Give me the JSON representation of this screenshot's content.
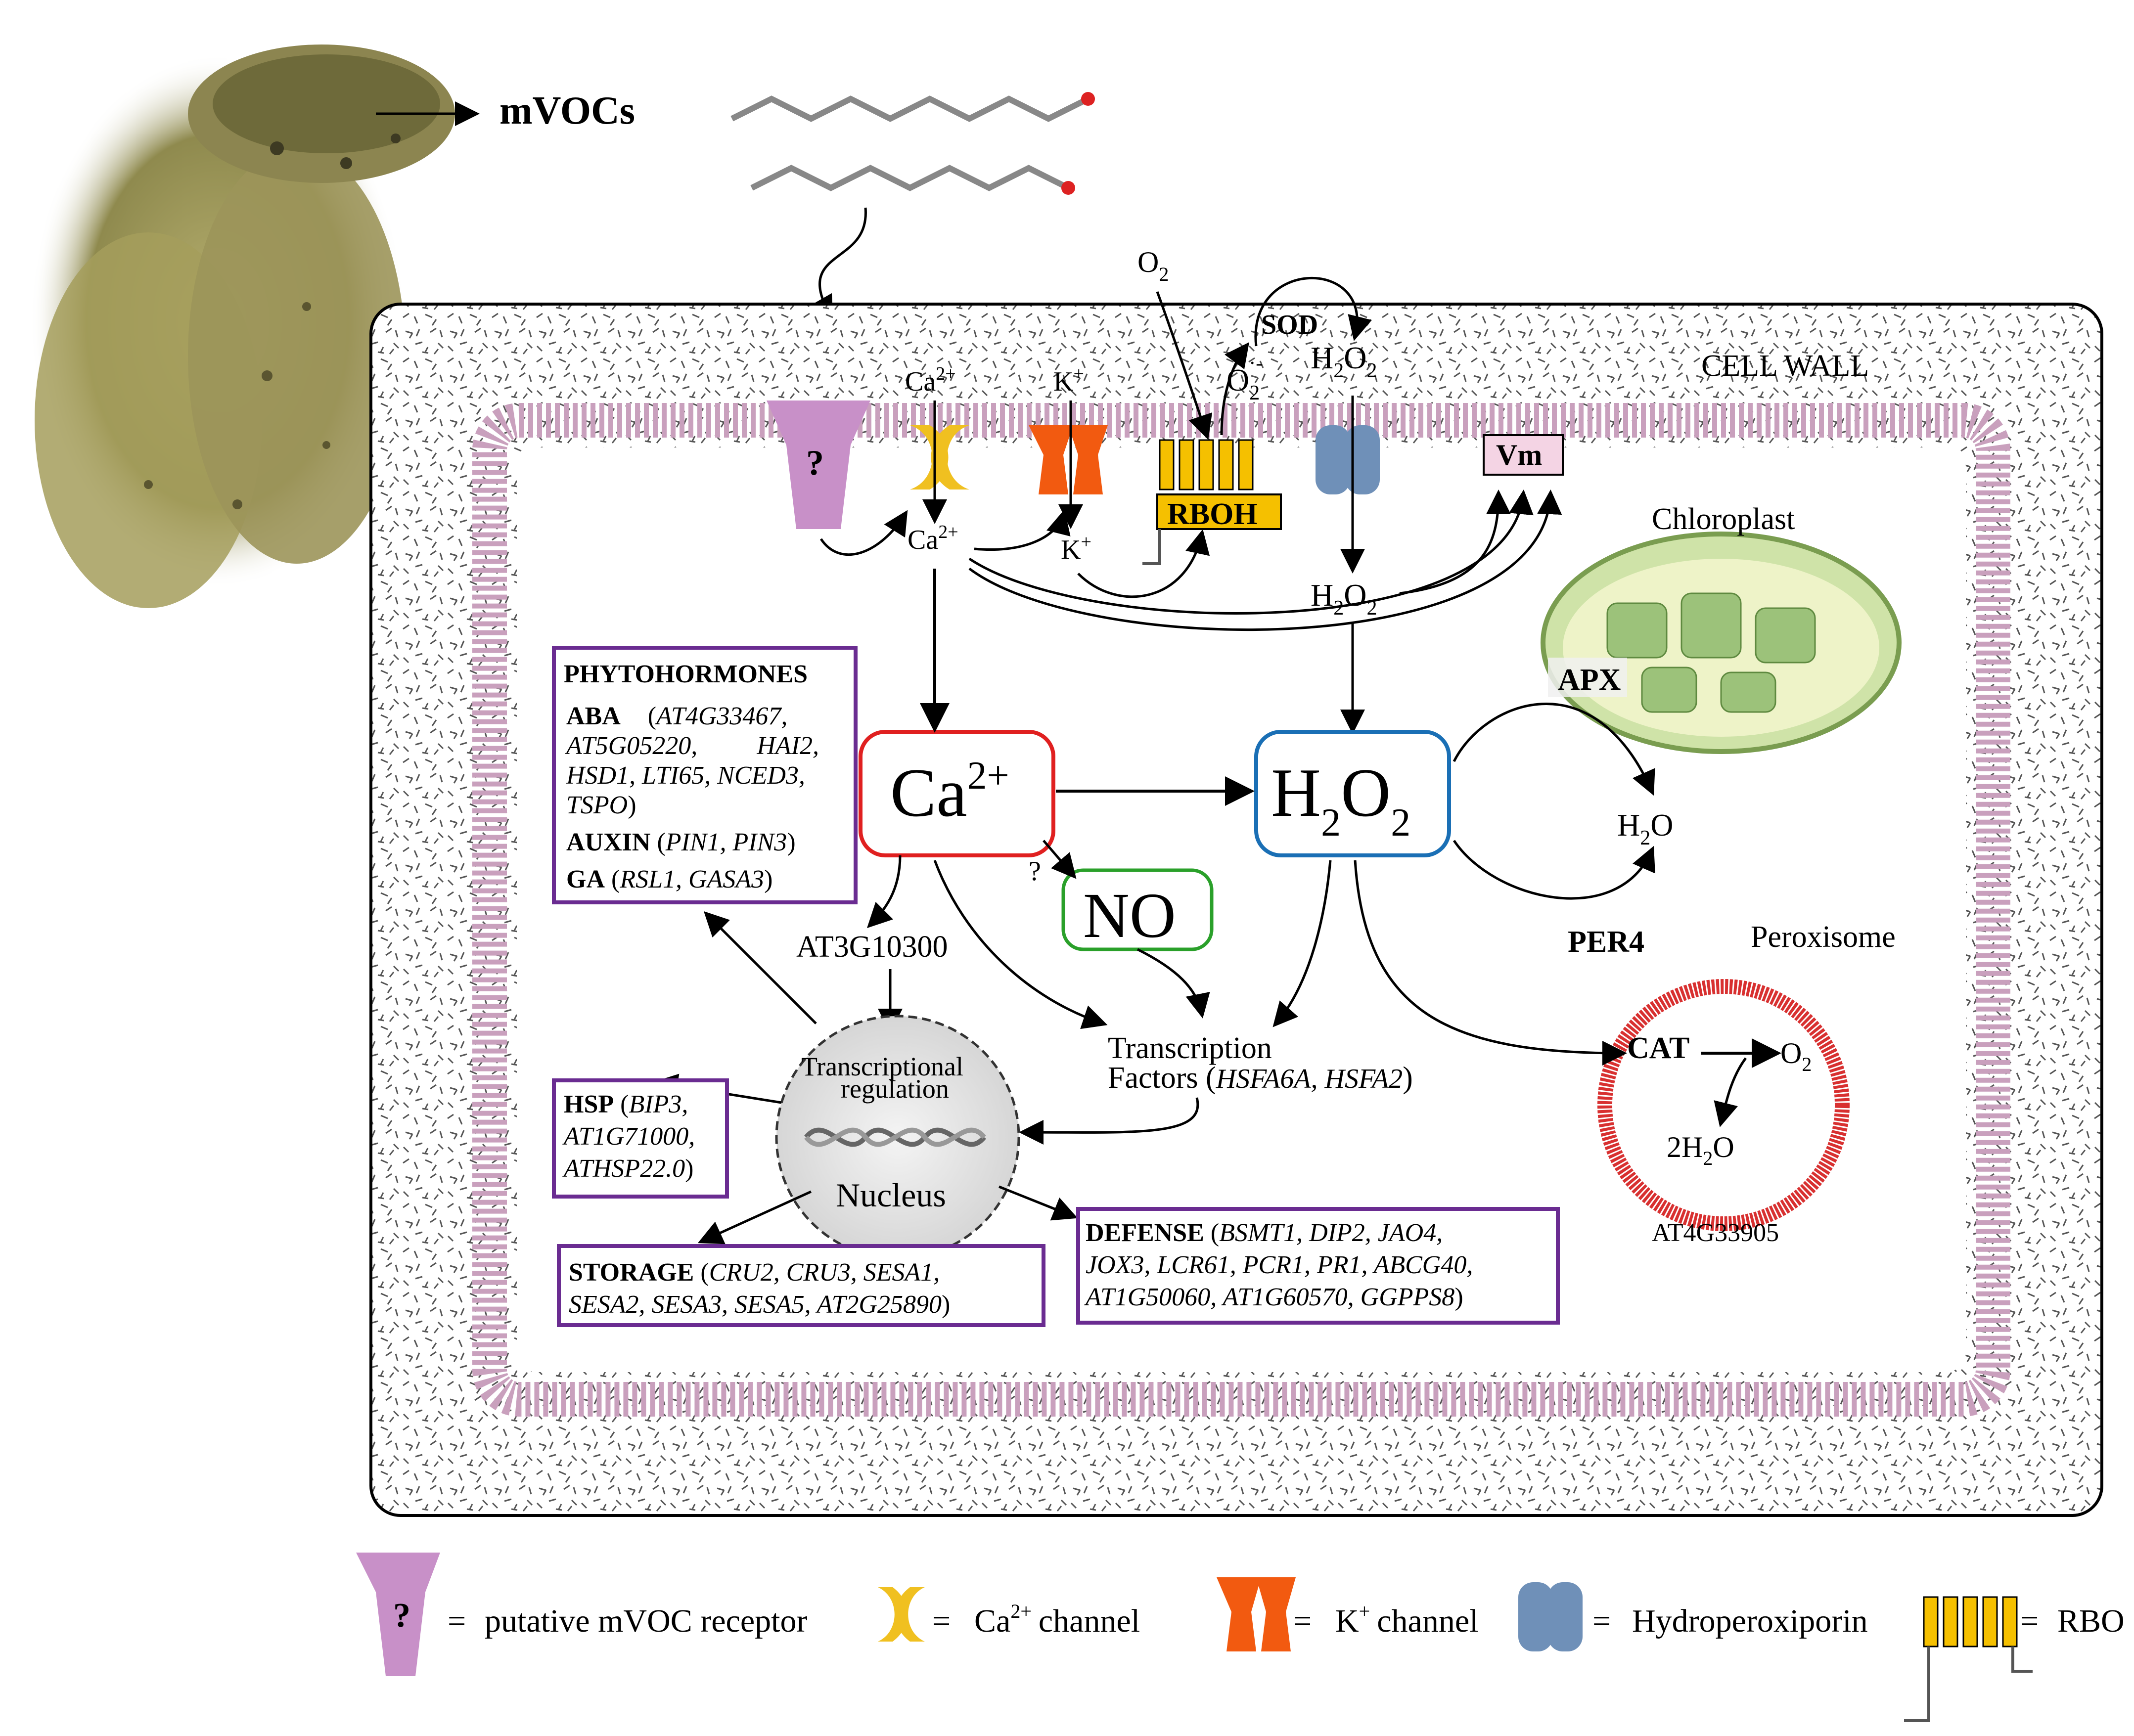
{
  "top": {
    "label": "mVOCs"
  },
  "cell": {
    "wall_label": "CELL WALL",
    "receptor_mark": "?",
    "chloroplast_label": "Chloroplast",
    "peroxisome_label": "Peroxisome",
    "peroxisome_gene": "AT4G33905"
  },
  "membrane": {
    "ca_in_top": "Ca",
    "k_top": "K",
    "ca_below": "Ca",
    "k_below": "K",
    "vm": "Vm",
    "rboh": "RBOH",
    "o2_top": "O",
    "o2_sub": "2",
    "sod": "SOD",
    "h2o2_top": "H",
    "superoxide": "O",
    "h2o2_mid": "H"
  },
  "nodes": {
    "ca_big": "Ca",
    "ca_big_sup": "2+",
    "h2o2_big": "H",
    "no_big": "NO",
    "no_question": "?",
    "at3g": "AT3G10300",
    "apx": "APX",
    "h2o": "H",
    "per4": "PER4",
    "cat": "CAT",
    "cat_o2": "O",
    "two_h2o": "2H",
    "tf_line1": "Transcription",
    "tf_line2": "Factors",
    "tf_genes": "HSFA6A, HSFA2",
    "nucleus_title1": "Transcriptional",
    "nucleus_title2": "regulation",
    "nucleus_label": "Nucleus"
  },
  "boxes": {
    "phyto": {
      "title": "PHYTOHORMONES",
      "aba_label": "ABA",
      "aba_genes_1": "AT4G33467,",
      "aba_genes_2": "AT5G05220,",
      "aba_genes_2b": "HAI2,",
      "aba_genes_3": "HSD1, LTI65, NCED3,",
      "aba_genes_4": "TSPO",
      "auxin_label": "AUXIN",
      "auxin_genes": "PIN1, PIN3",
      "ga_label": "GA",
      "ga_genes": "RSL1, GASA3"
    },
    "hsp": {
      "label": "HSP",
      "genes_1": "BIP3,",
      "genes_2": "AT1G71000,",
      "genes_3": "ATHSP22.0"
    },
    "storage": {
      "label": "STORAGE",
      "genes_1": "CRU2,  CRU3,  SESA1,",
      "genes_2": "SESA2, SESA3, SESA5, AT2G25890"
    },
    "defense": {
      "label": "DEFENSE",
      "genes_1": "BSMT1,  DIP2,  JAO4,",
      "genes_2": "JOX3, LCR61, PCR1, PR1, ABCG40,",
      "genes_3": "AT1G50060, AT1G60570, GGPPS8"
    }
  },
  "legend": {
    "receptor_mark": "?",
    "receptor": "putative mVOC receptor",
    "ca_channel": "channel",
    "ca_prefix": "Ca",
    "ca_sup": "2+",
    "k_channel": "channel",
    "k_prefix": "K",
    "k_sup": "+",
    "aquaporin": "Hydroperoxiporin",
    "rboh": "RBO",
    "eq": "="
  },
  "colors": {
    "membrane": "#c9a0bd",
    "ca_box": "#e02020",
    "h2o2_box": "#1a6fb5",
    "no_box": "#2aa02a",
    "gene_box": "#6a2c91",
    "peroxisome": "#d83030",
    "rboh_fill": "#f5c000",
    "k_channel": "#f25a10",
    "ca_channel": "#f0c020",
    "aquaporin": "#6f90b8",
    "receptor": "#c890c8",
    "vm_fill": "#f4d4e4"
  }
}
